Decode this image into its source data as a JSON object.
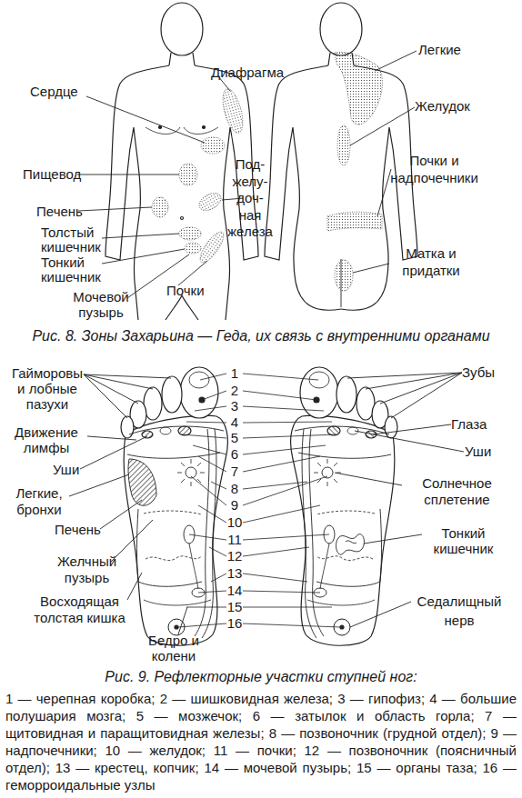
{
  "diagram": {
    "labels": [
      "Сердце",
      "Диафрагма",
      "Пищевод",
      "Печень",
      "Толстый кишечник",
      "Тонкий кишечник",
      "Мочевой пузырь",
      "Почки",
      "Под- желу- доч- ная железа",
      "Легкие",
      "Желудок",
      "Почки и надпочечники",
      "Матка и придатки",
      "Рис. 8. Зоны Захарьина — Геда, их связь с внутренними органами",
      "Гайморовы и лобные пазухи",
      "Движение лимфы",
      "Уши",
      "Легкие, бронхи",
      "Печень",
      "Желчный пузырь",
      "Восходящая толстая кишка",
      "Бедро и колени",
      "1",
      "2",
      "3",
      "4",
      "5",
      "6",
      "7",
      "8",
      "9",
      "10",
      "11",
      "12",
      "13",
      "14",
      "15",
      "16",
      "Зубы",
      "Глаза",
      "Уши",
      "Солнечное сплетение",
      "Тонкий кишечник",
      "Седалищный нерв",
      "Рис. 9. Рефлекторные участки ступней ног:",
      "1 — черепная коробка; 2 — шишковидная железа; 3 — гипофиз; 4 — большие полушария мозга; 5 — мозжечок; 6 — затылок и область горла; 7 — щитовидная и паращитовидная железы; 8 — позвоночник (грудной отдел); 9 — надпочечники; 10 — желудок; 11 — почки; 12 — позвоночник (поясничный отдел); 13 — крестец, копчик; 14 — мочевой пузырь; 15 — органы таза; 16 — геморроидальные узлы"
    ]
  }
}
